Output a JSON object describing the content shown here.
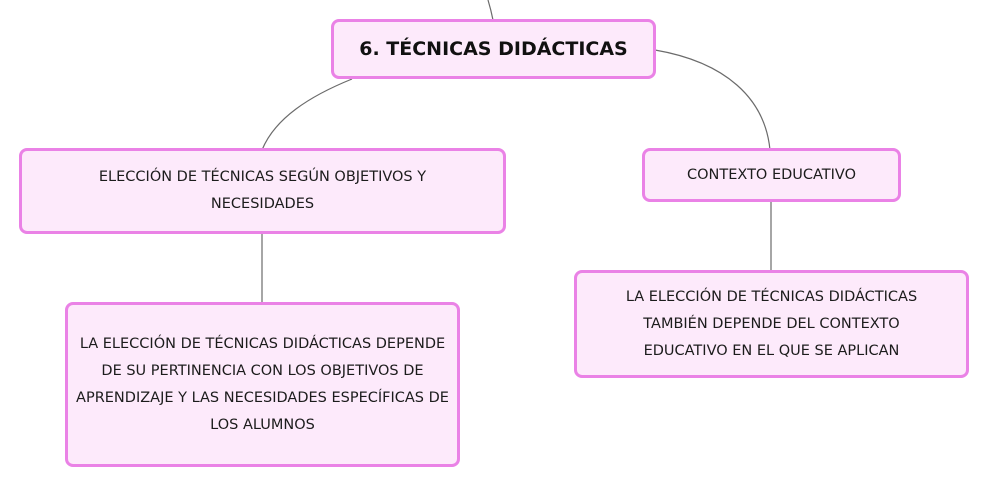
{
  "map": {
    "root": {
      "label": "6. TÉCNICAS DIDÁCTICAS"
    },
    "left": {
      "label": "ELECCIÓN DE TÉCNICAS SEGÚN OBJETIVOS Y NECESIDADES",
      "detail": "LA ELECCIÓN DE TÉCNICAS DIDÁCTICAS DEPENDE DE SU PERTINENCIA CON LOS OBJETIVOS DE APRENDIZAJE Y LAS NECESIDADES ESPECÍFICAS DE LOS ALUMNOS"
    },
    "right": {
      "label": "CONTEXTO EDUCATIVO",
      "detail": "LA ELECCIÓN DE TÉCNICAS DIDÁCTICAS TAMBIÉN DEPENDE DEL CONTEXTO EDUCATIVO EN EL QUE SE APLICAN"
    }
  },
  "colors": {
    "node_fill": "#fdeafb",
    "node_border": "#ea82e6",
    "connector": "#6b6b6b"
  }
}
